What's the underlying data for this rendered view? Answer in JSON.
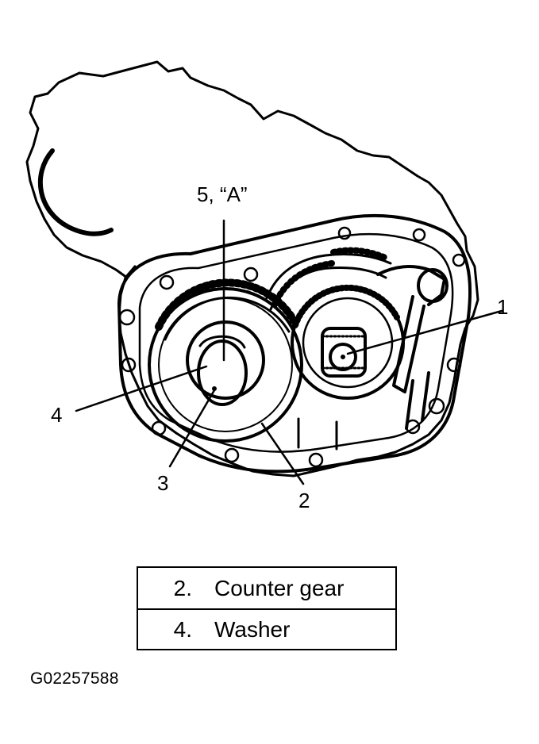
{
  "callouts": {
    "c1": "1",
    "c2": "2",
    "c3": "3",
    "c4": "4",
    "c5": "5, “A”"
  },
  "legend": [
    {
      "number": "2.",
      "label": "Counter gear"
    },
    {
      "number": "4.",
      "label": "Washer"
    }
  ],
  "figure_code": "G02257588"
}
